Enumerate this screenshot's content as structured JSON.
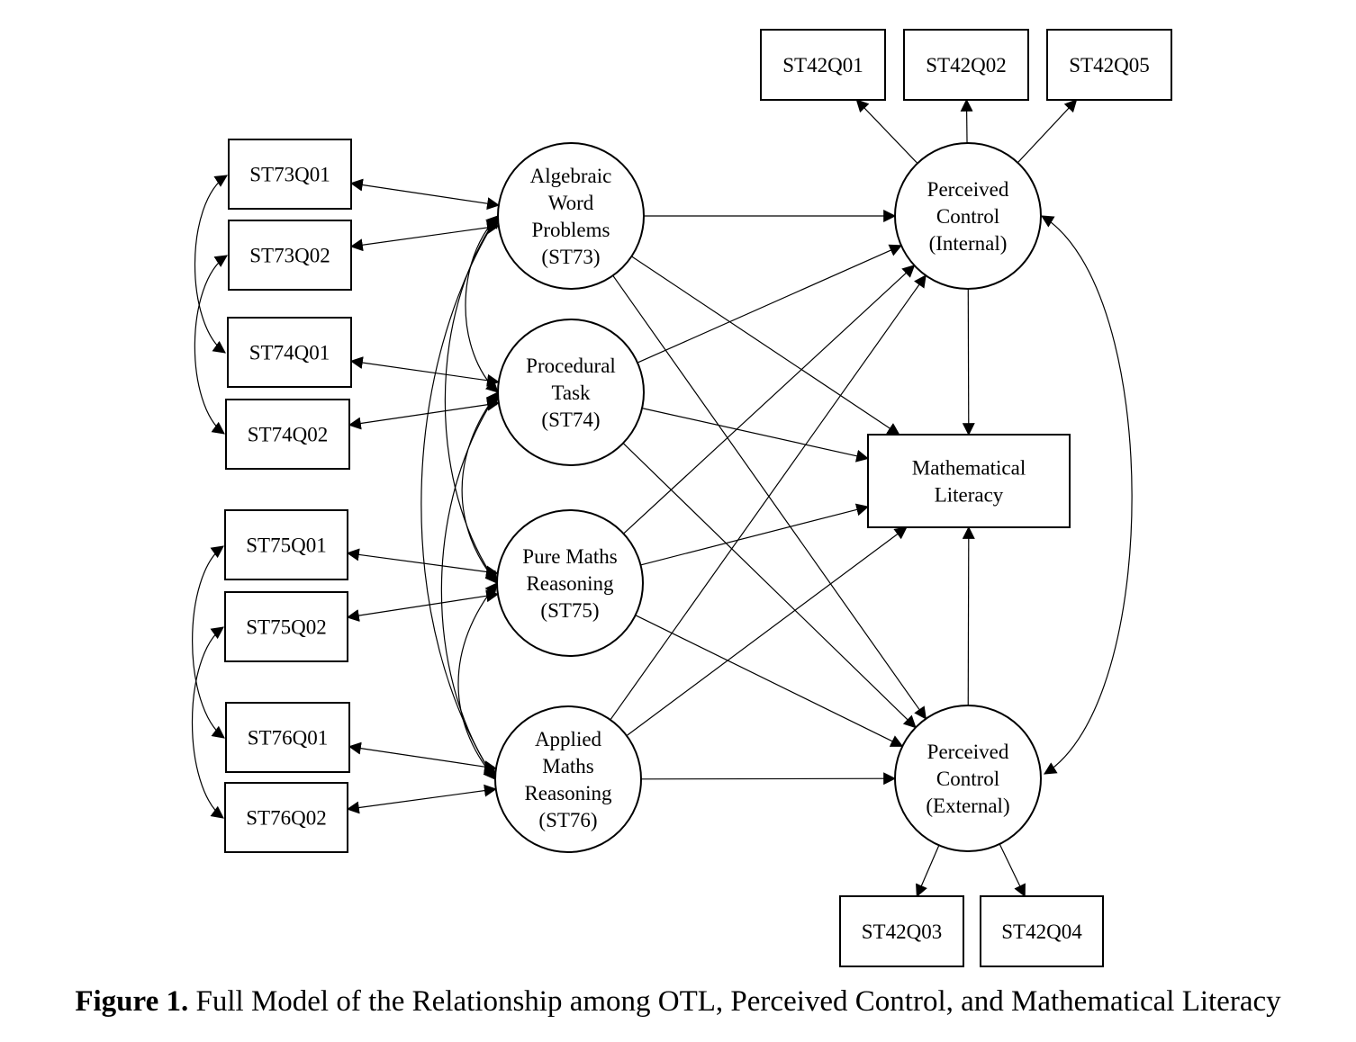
{
  "nodes": [
    {
      "id": "ST42Q01",
      "kind": "rect",
      "lines": [
        "ST42Q01"
      ]
    },
    {
      "id": "ST42Q02",
      "kind": "rect",
      "lines": [
        "ST42Q02"
      ]
    },
    {
      "id": "ST42Q05",
      "kind": "rect",
      "lines": [
        "ST42Q05"
      ]
    },
    {
      "id": "ST73Q01",
      "kind": "rect",
      "lines": [
        "ST73Q01"
      ]
    },
    {
      "id": "ST73Q02",
      "kind": "rect",
      "lines": [
        "ST73Q02"
      ]
    },
    {
      "id": "ST74Q01",
      "kind": "rect",
      "lines": [
        "ST74Q01"
      ]
    },
    {
      "id": "ST74Q02",
      "kind": "rect",
      "lines": [
        "ST74Q02"
      ]
    },
    {
      "id": "ST75Q01",
      "kind": "rect",
      "lines": [
        "ST75Q01"
      ]
    },
    {
      "id": "ST75Q02",
      "kind": "rect",
      "lines": [
        "ST75Q02"
      ]
    },
    {
      "id": "ST76Q01",
      "kind": "rect",
      "lines": [
        "ST76Q01"
      ]
    },
    {
      "id": "ST76Q02",
      "kind": "rect",
      "lines": [
        "ST76Q02"
      ]
    },
    {
      "id": "ST42Q03",
      "kind": "rect",
      "lines": [
        "ST42Q03"
      ]
    },
    {
      "id": "ST42Q04",
      "kind": "rect",
      "lines": [
        "ST42Q04"
      ]
    },
    {
      "id": "ML",
      "kind": "rect",
      "lines": [
        "Mathematical",
        "Literacy"
      ]
    },
    {
      "id": "ST73",
      "kind": "circle",
      "lines": [
        "Algebraic",
        "Word",
        "Problems",
        "(ST73)"
      ]
    },
    {
      "id": "ST74",
      "kind": "circle",
      "lines": [
        "Procedural",
        "Task",
        "(ST74)"
      ]
    },
    {
      "id": "ST75",
      "kind": "circle",
      "lines": [
        "Pure Maths",
        "Reasoning",
        "(ST75)"
      ]
    },
    {
      "id": "ST76",
      "kind": "circle",
      "lines": [
        "Applied",
        "Maths",
        "Reasoning",
        "(ST76)"
      ]
    },
    {
      "id": "PCI",
      "kind": "circle",
      "lines": [
        "Perceived",
        "Control",
        "(Internal)"
      ]
    },
    {
      "id": "PCE",
      "kind": "circle",
      "lines": [
        "Perceived",
        "Control",
        "(External)"
      ]
    }
  ],
  "edges": [
    {
      "from": "PCI",
      "to": "ST42Q01",
      "type": "directed"
    },
    {
      "from": "PCI",
      "to": "ST42Q02",
      "type": "directed"
    },
    {
      "from": "PCI",
      "to": "ST42Q05",
      "type": "directed"
    },
    {
      "from": "ST73",
      "to": "ST73Q01",
      "type": "bidirectional"
    },
    {
      "from": "ST73",
      "to": "ST73Q02",
      "type": "bidirectional"
    },
    {
      "from": "ST74",
      "to": "ST74Q01",
      "type": "bidirectional"
    },
    {
      "from": "ST74",
      "to": "ST74Q02",
      "type": "bidirectional"
    },
    {
      "from": "ST75",
      "to": "ST75Q01",
      "type": "bidirectional"
    },
    {
      "from": "ST75",
      "to": "ST75Q02",
      "type": "bidirectional"
    },
    {
      "from": "ST76",
      "to": "ST76Q01",
      "type": "bidirectional"
    },
    {
      "from": "ST76",
      "to": "ST76Q02",
      "type": "bidirectional"
    },
    {
      "from": "ST73",
      "to": "PCI",
      "type": "directed"
    },
    {
      "from": "ST73",
      "to": "ML",
      "type": "directed"
    },
    {
      "from": "ST73",
      "to": "PCE",
      "type": "directed"
    },
    {
      "from": "ST74",
      "to": "PCI",
      "type": "directed"
    },
    {
      "from": "ST74",
      "to": "ML",
      "type": "directed"
    },
    {
      "from": "ST74",
      "to": "PCE",
      "type": "directed"
    },
    {
      "from": "ST75",
      "to": "PCI",
      "type": "directed"
    },
    {
      "from": "ST75",
      "to": "ML",
      "type": "directed"
    },
    {
      "from": "ST75",
      "to": "PCE",
      "type": "directed"
    },
    {
      "from": "ST76",
      "to": "PCI",
      "type": "directed"
    },
    {
      "from": "ST76",
      "to": "ML",
      "type": "directed"
    },
    {
      "from": "ST76",
      "to": "PCE",
      "type": "directed"
    },
    {
      "from": "PCI",
      "to": "ML",
      "type": "directed"
    },
    {
      "from": "PCE",
      "to": "ML",
      "type": "directed"
    },
    {
      "from": "PCE",
      "to": "ST42Q03",
      "type": "directed"
    },
    {
      "from": "PCE",
      "to": "ST42Q04",
      "type": "directed"
    },
    {
      "from": "PCI",
      "to": "PCE",
      "type": "covariance"
    },
    {
      "from": "ST73Q01",
      "to": "ST74Q01",
      "type": "covariance"
    },
    {
      "from": "ST73Q02",
      "to": "ST74Q02",
      "type": "covariance"
    },
    {
      "from": "ST75Q01",
      "to": "ST76Q01",
      "type": "covariance"
    },
    {
      "from": "ST75Q02",
      "to": "ST76Q02",
      "type": "covariance"
    },
    {
      "from": "ST73",
      "to": "ST74",
      "type": "covariance"
    },
    {
      "from": "ST73",
      "to": "ST75",
      "type": "covariance"
    },
    {
      "from": "ST73",
      "to": "ST76",
      "type": "covariance"
    },
    {
      "from": "ST74",
      "to": "ST75",
      "type": "covariance"
    },
    {
      "from": "ST74",
      "to": "ST76",
      "type": "covariance"
    },
    {
      "from": "ST75",
      "to": "ST76",
      "type": "covariance"
    }
  ],
  "caption": {
    "label": "Figure 1.",
    "text": " Full Model of the Relationship among OTL, Perceived Control, and Mathematical Literacy"
  }
}
